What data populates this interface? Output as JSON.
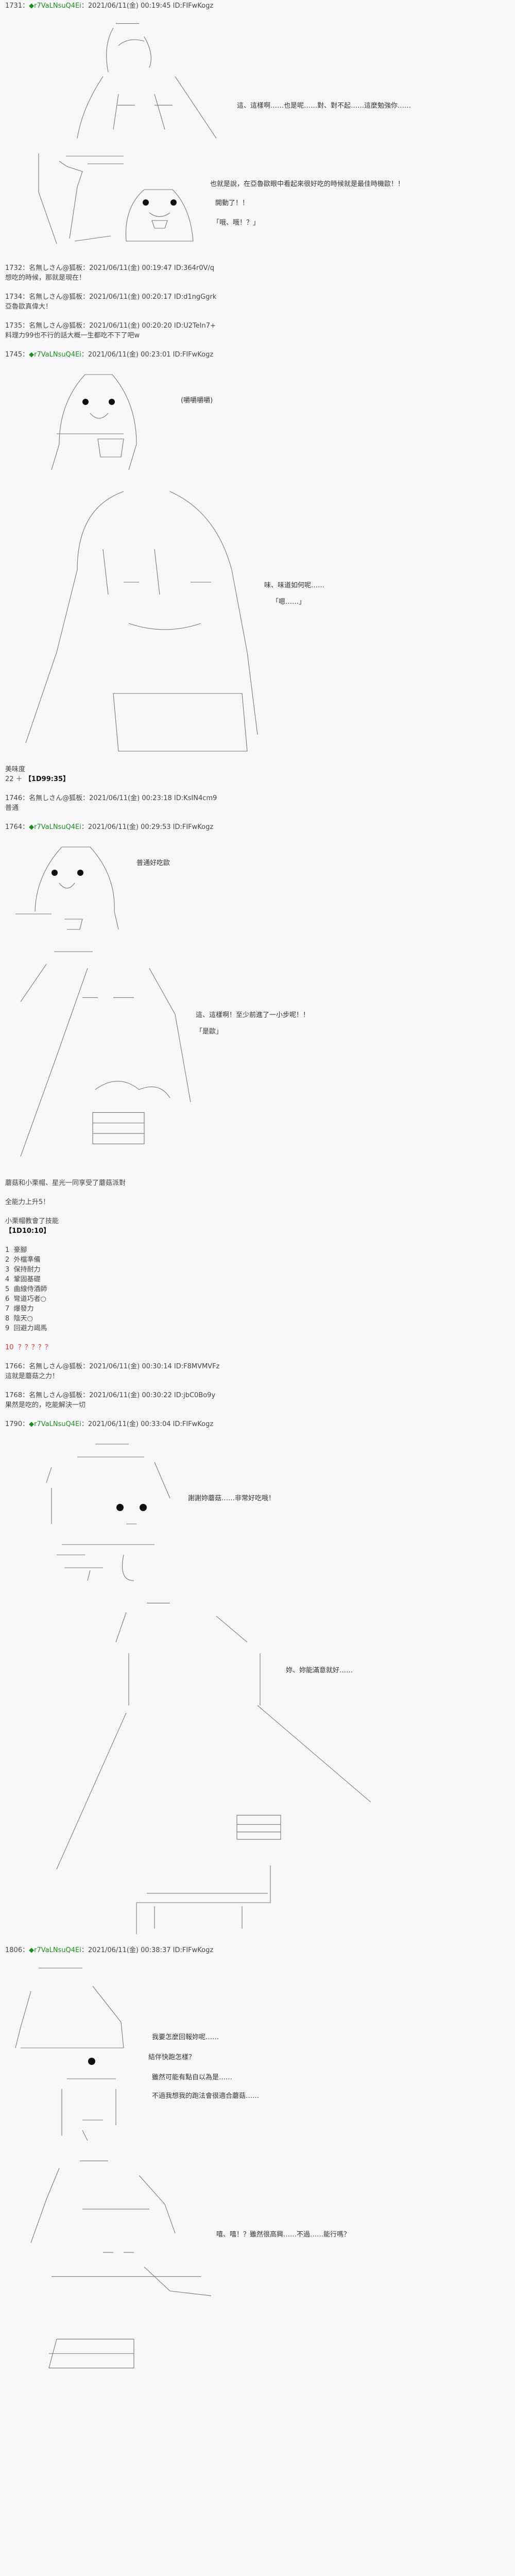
{
  "anon_name": "名無しさん@狐板",
  "trip_name": "◆r7VaLNsuQ4Ei",
  "sep": "：",
  "posts": [
    {
      "num": "1731",
      "date": "2021/06/11(金) 00:19:45",
      "id": "ID:FIFwKogz",
      "lines": [
        "這、這樣啊……也是呢……對、對不起……這麼勉強你……",
        "也就是說，在亞魯歐眼中看起來很好吃的時候就是最佳時機歐！！",
        "開動了！！",
        "「哦、哦！？」"
      ]
    },
    {
      "num": "1732",
      "date": "2021/06/11(金) 00:19:47",
      "id": "ID:364r0V/q",
      "lines": [
        "想吃的時候，那就是現在！"
      ]
    },
    {
      "num": "1734",
      "date": "2021/06/11(金) 00:20:17",
      "id": "ID:d1ngGgrk",
      "lines": [
        "亞魯歐真偉大！"
      ]
    },
    {
      "num": "1735",
      "date": "2021/06/11(金) 00:20:20",
      "id": "ID:U2TeIn7+",
      "lines": [
        "料理力99也不行的話大概一生都吃不下了吧w"
      ]
    },
    {
      "num": "1745",
      "date": "2021/06/11(金) 00:23:01",
      "id": "ID:FIFwKogz",
      "lines": [
        "(嚼嚼嚼嚼)",
        "味、味道如何呢……",
        "「嗯……」",
        "美味度",
        "22 ＋",
        "【1D99:35】"
      ]
    },
    {
      "num": "1746",
      "date": "2021/06/11(金) 00:23:18",
      "id": "ID:KsIN4cm9",
      "lines": [
        "普通"
      ]
    },
    {
      "num": "1764",
      "date": "2021/06/11(金) 00:29:53",
      "id": "ID:FIFwKogz",
      "lines": [
        "普通好吃歐",
        "這、這樣啊！至少前進了一小步呢！！",
        "「是歐」",
        "蘑菇和小栗帽、星光一同享受了蘑菇派對",
        "全能力上升5！",
        "小栗帽教會了技能",
        "【1D10:10】"
      ],
      "skills": [
        {
          "n": "1",
          "name": "豪腳"
        },
        {
          "n": "2",
          "name": "外檔準備"
        },
        {
          "n": "3",
          "name": "保持耐力"
        },
        {
          "n": "4",
          "name": "鞏固基礎"
        },
        {
          "n": "5",
          "name": "曲線侍酒師"
        },
        {
          "n": "6",
          "name": "彎道巧者○"
        },
        {
          "n": "7",
          "name": "爆發力"
        },
        {
          "n": "8",
          "name": "陰天○"
        },
        {
          "n": "9",
          "name": "回避力竭馬"
        },
        {
          "n": "10",
          "name": "？？？？？"
        }
      ],
      "highlight_color": "#e03030"
    },
    {
      "num": "1766",
      "date": "2021/06/11(金) 00:30:14",
      "id": "ID:F8MVMVFz",
      "lines": [
        "這就是蘑菇之力！"
      ]
    },
    {
      "num": "1768",
      "date": "2021/06/11(金) 00:30:22",
      "id": "ID:jbC0Bo9y",
      "lines": [
        "果然是吃的，吃能解決一切"
      ]
    },
    {
      "num": "1790",
      "date": "2021/06/11(金) 00:33:04",
      "id": "ID:FIFwKogz",
      "lines": [
        "謝謝妳蘑菇……非常好吃哦！",
        "妳、妳能滿意就好……"
      ]
    },
    {
      "num": "1806",
      "date": "2021/06/11(金) 00:38:37",
      "id": "ID:FIFwKogz",
      "lines": [
        "我要怎麼回報妳呢……",
        "結伴快跑怎樣？",
        "雖然可能有點自以為是……",
        "不過我想我的跑法會很適合蘑菇……",
        "嘻、嘻！？雖然很高興……不過……能行嗎？"
      ]
    }
  ],
  "colors": {
    "trip": "#1e8c1e",
    "background": "#f7f7fa",
    "text": "#333333"
  }
}
